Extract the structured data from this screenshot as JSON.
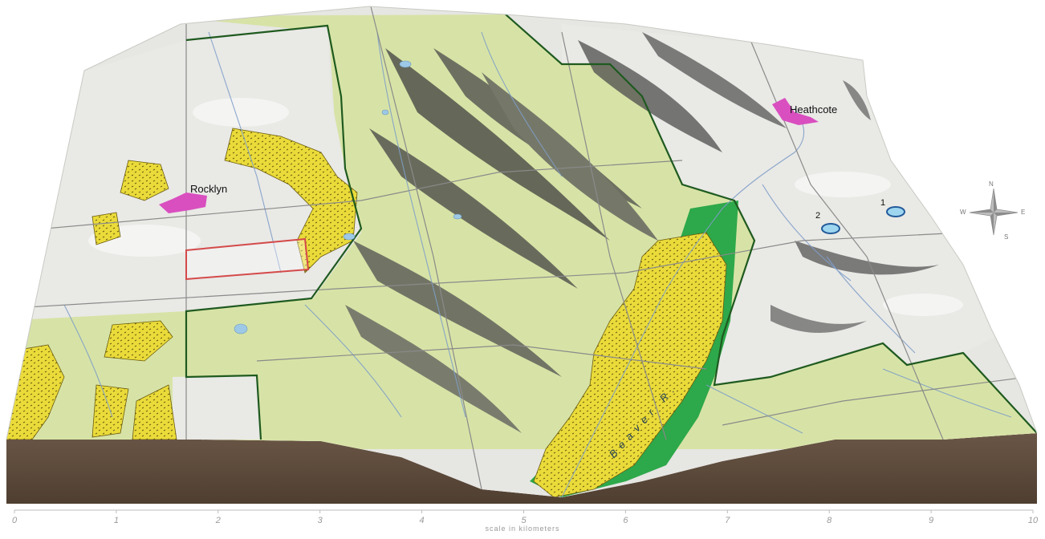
{
  "places": [
    {
      "name": "Rocklyn"
    },
    {
      "name": "Heathcote"
    }
  ],
  "river": {
    "label": "Beaver R."
  },
  "wells": [
    {
      "label": "1"
    },
    {
      "label": "2"
    }
  ],
  "scale": {
    "title": "scale in kilometers",
    "ticks": [
      "0",
      "1",
      "2",
      "3",
      "4",
      "5",
      "6",
      "7",
      "8",
      "9",
      "10"
    ]
  },
  "compass": {
    "n": "N",
    "s": "S",
    "e": "E",
    "w": "W"
  },
  "colors": {
    "terrain_light": "#e9e9e6",
    "terrain_shadow": "#3f3f3f",
    "forest": "#d7e3a6",
    "wetland": "#eadb3a",
    "wetland_dot": "#6b5c10",
    "green_buffer": "#2da84a",
    "boundary": "#1f5a1f",
    "town": "#d94fbf",
    "water": "#9ec9e6",
    "block_side": "#5c4a3a",
    "selection": "#d44a4a"
  }
}
